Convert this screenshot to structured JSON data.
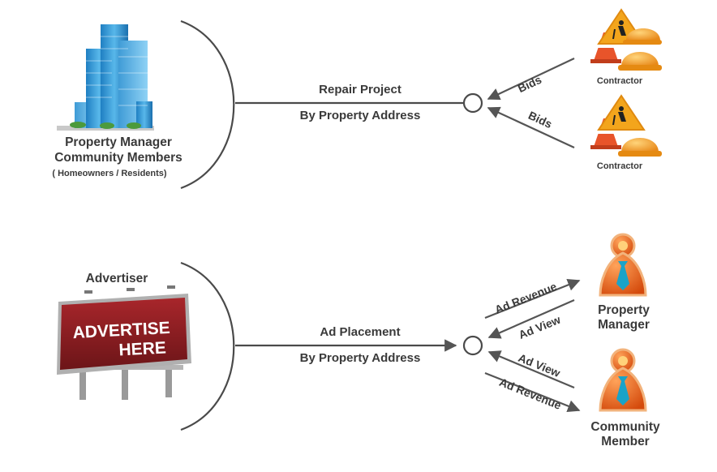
{
  "top": {
    "left_title_line1": "Property Manager",
    "left_title_line2": "Community Members",
    "left_subtitle": "( Homeowners / Residents)",
    "edge_label_top": "Repair Project",
    "edge_label_bottom": "By Property Address",
    "arrow_upper_label": "Bids",
    "arrow_lower_label": "Bids",
    "contractor_1": "Contractor",
    "contractor_2": "Contractor"
  },
  "bottom": {
    "left_title": "Advertiser",
    "billboard_line1": "ADVERTISE",
    "billboard_line2": "HERE",
    "edge_label_top": "Ad Placement",
    "edge_label_bottom": "By Property Address",
    "arrow_1_label": "Ad Revenue",
    "arrow_2_label": "Ad View",
    "arrow_3_label": "Ad View",
    "arrow_4_label": "Ad Revenue",
    "right_top_line1": "Property",
    "right_top_line2": "Manager",
    "right_bottom_line1": "Community",
    "right_bottom_line2": "Member"
  },
  "colors": {
    "line": "#4a4a4a",
    "arrow": "#555555",
    "text": "#3a3a3a",
    "cone": "#e8542a",
    "sign": "#f3a51c",
    "helmet": "#f6a623",
    "pawn": "#e8631c",
    "billboard": "#8d1e22"
  },
  "icons": [
    "building-icon",
    "contractor-icon",
    "billboard-icon",
    "person-pawn-icon"
  ]
}
